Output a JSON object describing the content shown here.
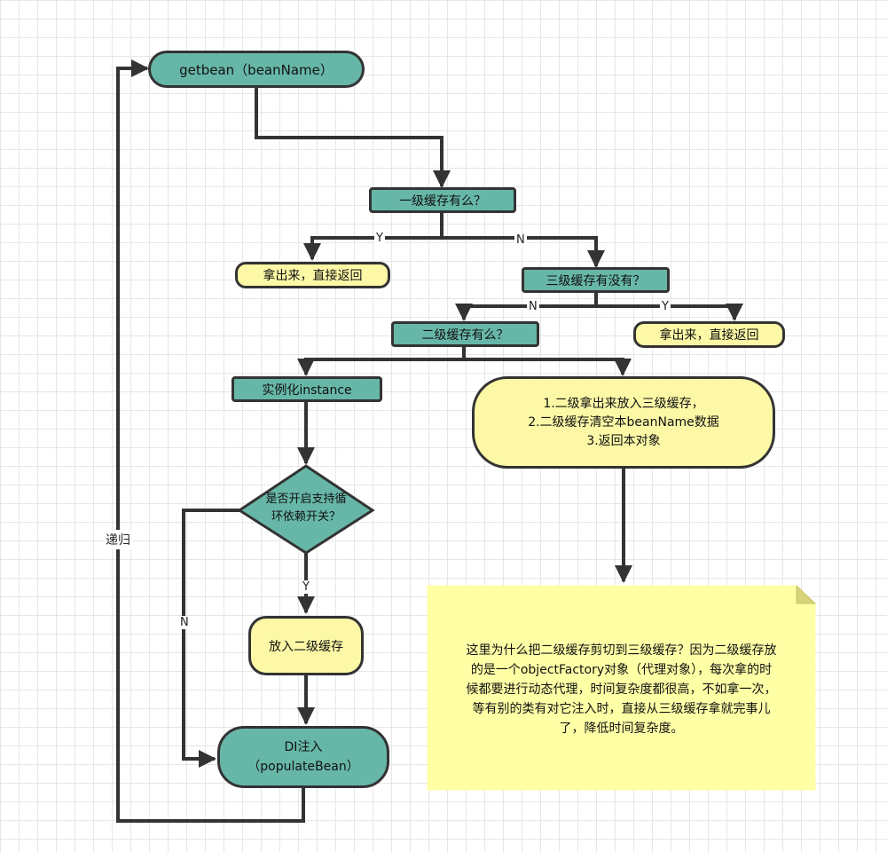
{
  "nodes": {
    "getbean": "getbean（beanName）",
    "level1_check": "一级缓存有么？",
    "take_out_left": "拿出来，直接返回",
    "level3_check": "三级缓存有没有？",
    "level2_check": "二级缓存有么？",
    "take_out_right": "拿出来，直接返回",
    "instantiate": "实例化instance",
    "circular_switch": "是否开启支持循\n环依赖开关？",
    "put_level2": "放入二级缓存",
    "di_inject": "DI注入\n（populateBean）",
    "move_steps": "1.二级拿出来放入三级缓存，\n2.二级缓存清空本beanName数据\n3.返回本对象"
  },
  "edge_labels": {
    "level1_yes": "Y",
    "level1_no": "N",
    "level3_no": "N",
    "level3_yes": "Y",
    "switch_yes": "Y",
    "switch_no": "N",
    "recursion": "递归"
  },
  "note": "这里为什么把二级缓存剪切到三级缓存？因为二级缓存放\n的是一个objectFactory对象（代理对象），每次拿的时\n候都要进行动态代理，时间复杂度都很高，不如拿一次，\n等有别的类有对它注入时，直接从三级缓存拿就完事儿\n了，降低时间复杂度。",
  "colors": {
    "teal": "#67b7a8",
    "yellow": "#fcf8a6",
    "note": "#ffffa6",
    "line": "#333333"
  }
}
